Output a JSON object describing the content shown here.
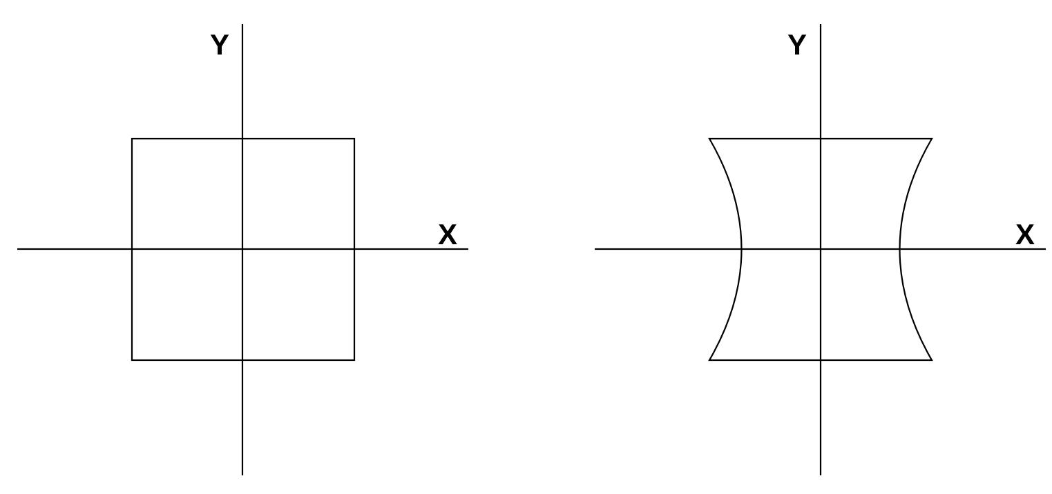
{
  "panels": [
    {
      "id": "left",
      "shape": "square",
      "axes": {
        "x_label": "X",
        "y_label": "Y"
      }
    },
    {
      "id": "right",
      "shape": "pincushion",
      "axes": {
        "x_label": "X",
        "y_label": "Y"
      }
    }
  ],
  "colors": {
    "stroke": "#000000",
    "background": "#ffffff"
  }
}
